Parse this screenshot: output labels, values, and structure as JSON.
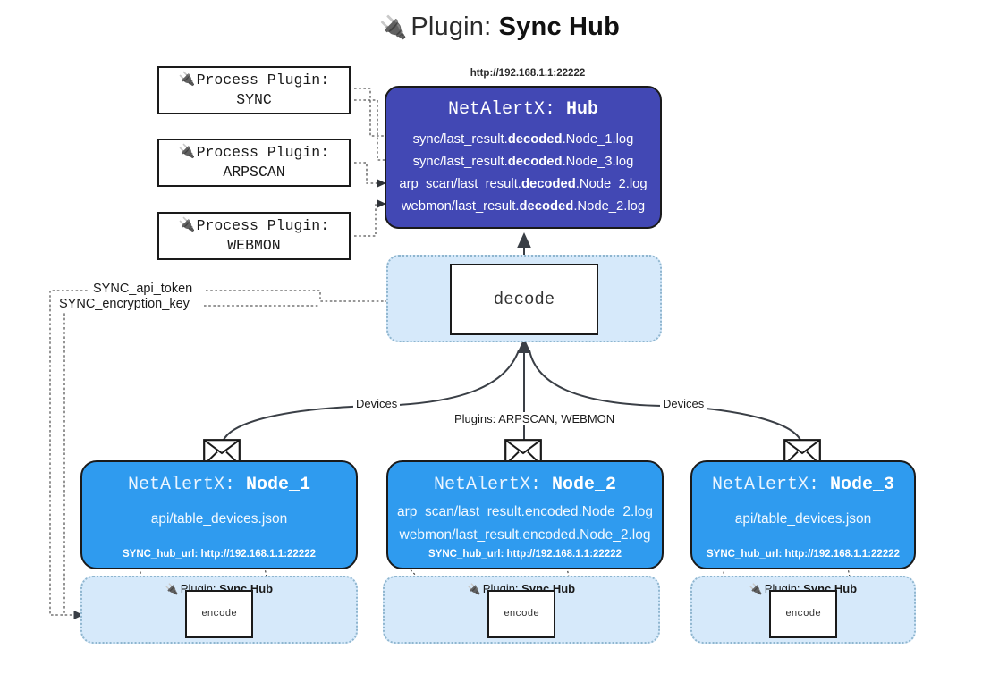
{
  "page": {
    "title_icon": "plug-icon",
    "title_prefix": "Plugin:",
    "title_name": "Sync Hub"
  },
  "colors": {
    "hub_fill": "#4248b4",
    "node_fill": "#2f9bef",
    "container_fill": "#d6e9fa",
    "container_border": "#8fb6cf",
    "stroke": "#1a1a1a"
  },
  "process_plugins": [
    {
      "line1": "Process Plugin:",
      "line2": "SYNC",
      "icon": "plug-icon"
    },
    {
      "line1": "Process Plugin:",
      "line2": "ARPSCAN",
      "icon": "plug-icon"
    },
    {
      "line1": "Process Plugin:",
      "line2": "WEBMON",
      "icon": "plug-icon"
    }
  ],
  "hub": {
    "url": "http://192.168.1.1:22222",
    "title_prefix": "NetAlertX:",
    "title_name": "Hub",
    "logs": [
      {
        "pre": "sync/last_result.",
        "strong": "decoded",
        "post": ".Node_1.log"
      },
      {
        "pre": "sync/last_result.",
        "strong": "decoded",
        "post": ".Node_3.log"
      },
      {
        "pre": "arp_scan/last_result.",
        "strong": "decoded",
        "post": ".Node_2.log"
      },
      {
        "pre": "webmon/last_result.",
        "strong": "decoded",
        "post": ".Node_2.log"
      }
    ]
  },
  "decode": {
    "label": "decode"
  },
  "tokens": [
    {
      "label": "SYNC_api_token"
    },
    {
      "label": "SYNC_encryption_key"
    }
  ],
  "edge_labels": {
    "devices_left": "Devices",
    "devices_right": "Devices",
    "plugins_center": "Plugins: ARPSCAN, WEBMON"
  },
  "nodes": [
    {
      "title_prefix": "NetAlertX:",
      "title_name": "Node_1",
      "lines": [
        "api/table_devices.json"
      ],
      "hub_url_line": "SYNC_hub_url: http://192.168.1.1:22222",
      "icon": "envelope-icon"
    },
    {
      "title_prefix": "NetAlertX:",
      "title_name": "Node_2",
      "lines": [
        "arp_scan/last_result.encoded.Node_2.log",
        "webmon/last_result.encoded.Node_2.log"
      ],
      "hub_url_line": "SYNC_hub_url: http://192.168.1.1:22222",
      "icon": "envelope-icon"
    },
    {
      "title_prefix": "NetAlertX:",
      "title_name": "Node_3",
      "lines": [
        "api/table_devices.json"
      ],
      "hub_url_line": "SYNC_hub_url: http://192.168.1.1:22222",
      "icon": "envelope-icon"
    }
  ],
  "plugin_containers": [
    {
      "icon": "plug-icon",
      "label_prefix": "Plugin:",
      "label_name": "Sync Hub",
      "encode_label": "encode"
    },
    {
      "icon": "plug-icon",
      "label_prefix": "Plugin:",
      "label_name": "Sync Hub",
      "encode_label": "encode"
    },
    {
      "icon": "plug-icon",
      "label_prefix": "Plugin:",
      "label_name": "Sync Hub",
      "encode_label": "encode"
    }
  ]
}
